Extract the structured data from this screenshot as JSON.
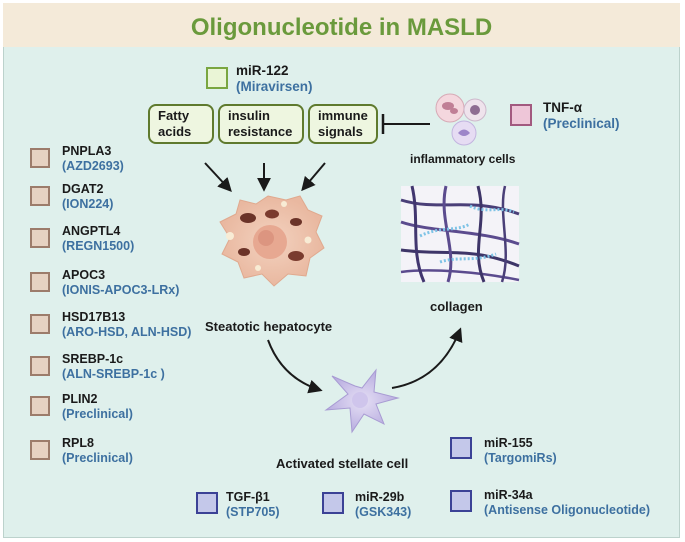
{
  "title": "Oligonucleotide in MASLD",
  "top_target": {
    "name": "miR-122",
    "drug": "(Miravirsen)"
  },
  "factors": [
    "Fatty acids",
    "insulin resistance",
    "immune signals"
  ],
  "tnf": {
    "name": "TNF-α",
    "drug": "(Preclinical)"
  },
  "labels": {
    "inflammatory_cells": "inflammatory cells",
    "hepatocyte": "Steatotic hepatocyte",
    "collagen": "collagen",
    "stellate": "Activated stellate cell"
  },
  "left_targets": [
    {
      "name": "PNPLA3",
      "drug": "(AZD2693)"
    },
    {
      "name": "DGAT2",
      "drug": "(ION224)"
    },
    {
      "name": "ANGPTL4",
      "drug": "(REGN1500)"
    },
    {
      "name": "APOC3",
      "drug": "(IONIS-APOC3-LRx)"
    },
    {
      "name": "HSD17B13",
      "drug": "(ARO-HSD, ALN-HSD)"
    },
    {
      "name": "SREBP-1c",
      "drug": "(ALN-SREBP-1c )"
    },
    {
      "name": "PLIN2",
      "drug": "(Preclinical)"
    },
    {
      "name": "RPL8",
      "drug": "(Preclinical)"
    }
  ],
  "fibrosis_targets": [
    {
      "name": "TGF-β1",
      "drug": "(STP705)"
    },
    {
      "name": "miR-29b",
      "drug": "(GSK343)"
    },
    {
      "name": "miR-155",
      "drug": "(TargomiRs)"
    },
    {
      "name": "miR-34a",
      "drug": "(Antisense Oligonucleotide)"
    }
  ],
  "colors": {
    "title": "#6a9a3c",
    "drug_text": "#3d70a0",
    "metabolic_box": "#e6d2c2",
    "mir122_box": "#eaf5d6",
    "tnf_box": "#eec6d8",
    "fibrosis_box": "#c4c8ea",
    "background": "#dff0ec",
    "header": "#f4ead9"
  }
}
